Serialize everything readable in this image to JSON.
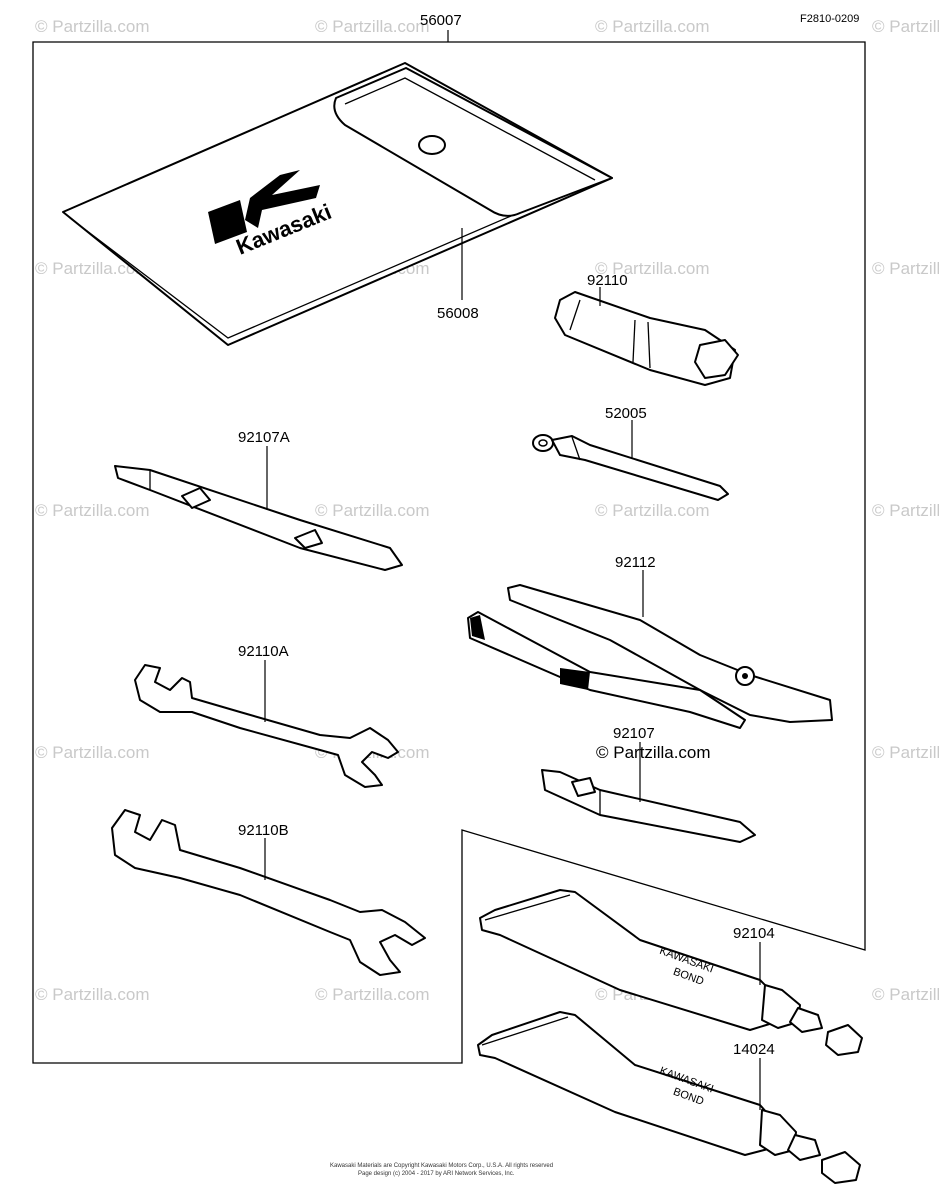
{
  "diagram": {
    "ref_code": "F2810-0209",
    "kit_label": "56007",
    "watermark": "© Partzilla.com",
    "footer_line1": "Kawasaki Materials are Copyright Kawasaki Motors Corp., U.S.A. All rights reserved",
    "footer_line2": "Page design (c) 2004 - 2017 by ARI Network Services, Inc.",
    "parts": [
      {
        "id": "56008"
      },
      {
        "id": "92110"
      },
      {
        "id": "52005"
      },
      {
        "id": "92107A"
      },
      {
        "id": "92112"
      },
      {
        "id": "92110A"
      },
      {
        "id": "92107"
      },
      {
        "id": "92110B"
      },
      {
        "id": "92104"
      },
      {
        "id": "14024"
      }
    ],
    "pouch_brand": "Kawasaki",
    "tube_text_line1": "KAWASAKI",
    "tube_text_line2": "BOND"
  }
}
